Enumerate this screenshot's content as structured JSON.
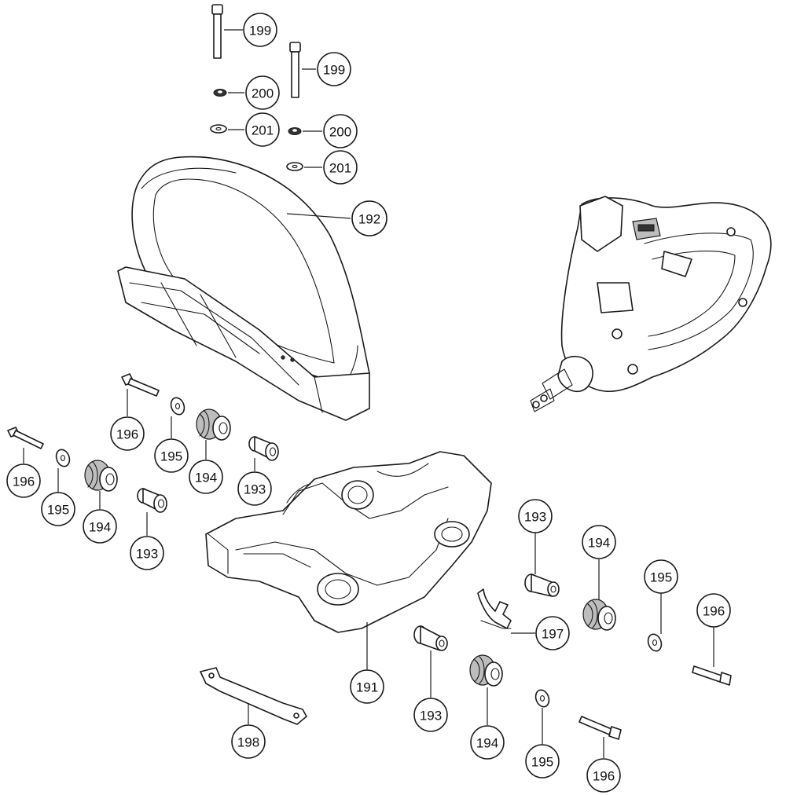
{
  "callouts": {
    "c191": "191",
    "c192": "192",
    "c193": "193",
    "c194": "194",
    "c195": "195",
    "c196": "196",
    "c197": "197",
    "c198": "198",
    "c199": "199",
    "c200": "200",
    "c201": "201"
  }
}
